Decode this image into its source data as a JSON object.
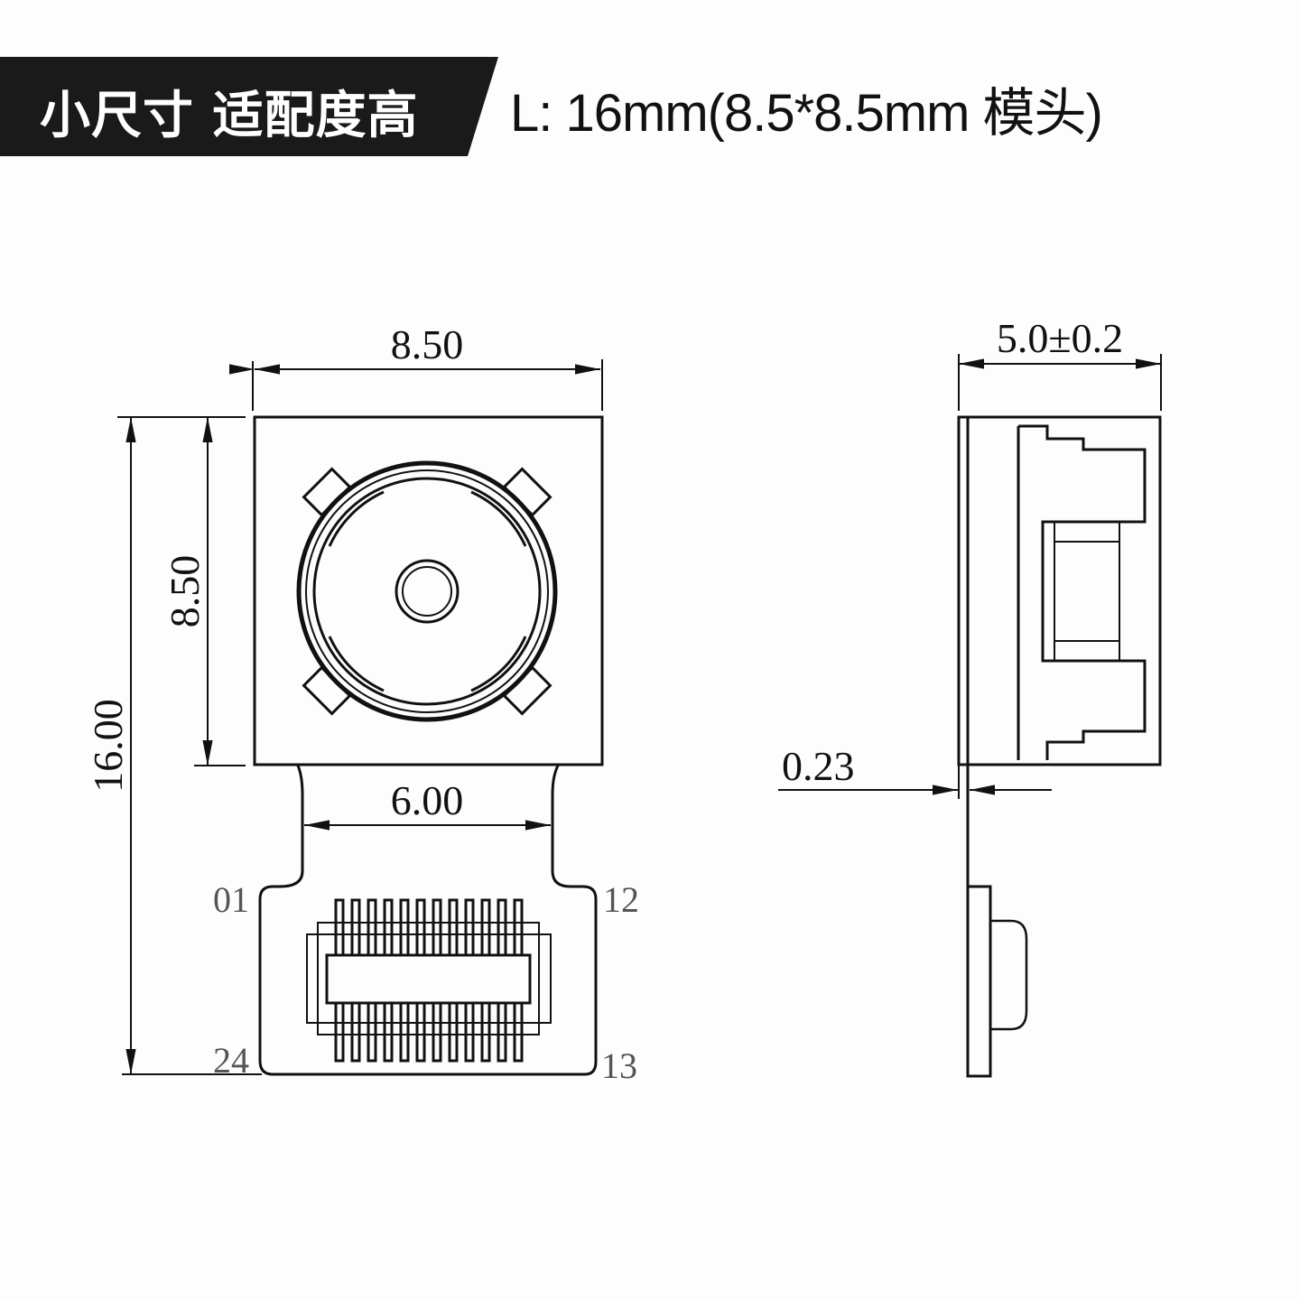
{
  "header": {
    "banner_label": "小尺寸 适配度高",
    "spec_text": "L: 16mm(8.5*8.5mm 模头)",
    "banner_color": "#1a1a1a"
  },
  "front_view": {
    "width_dim": "8.50",
    "head_height_dim": "8.50",
    "total_length_dim": "16.00",
    "flex_width_dim": "6.00",
    "pins": {
      "top_left": "01",
      "top_right": "12",
      "bottom_left": "24",
      "bottom_right": "13"
    },
    "connector_pin_count_per_row": 12
  },
  "side_view": {
    "thickness_dim": "5.0±0.2",
    "flex_thickness_dim": "0.23"
  }
}
